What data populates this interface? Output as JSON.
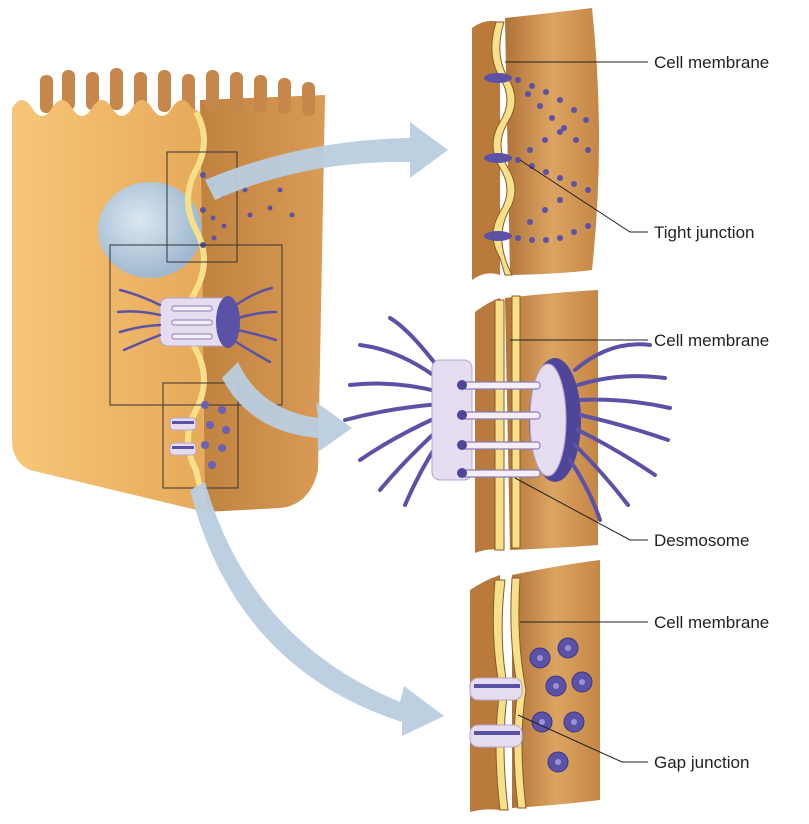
{
  "labels": {
    "cell_membrane_1": "Cell membrane",
    "tight_junction": "Tight junction",
    "cell_membrane_2": "Cell membrane",
    "desmosome": "Desmosome",
    "cell_membrane_3": "Cell membrane",
    "gap_junction": "Gap junction"
  },
  "colors": {
    "cytoplasm": "#d9a25f",
    "membrane": "#f7e08a",
    "protein": "#5b52a8",
    "arrow": "#b9cee0",
    "nucleus": "#b9cfe0"
  }
}
